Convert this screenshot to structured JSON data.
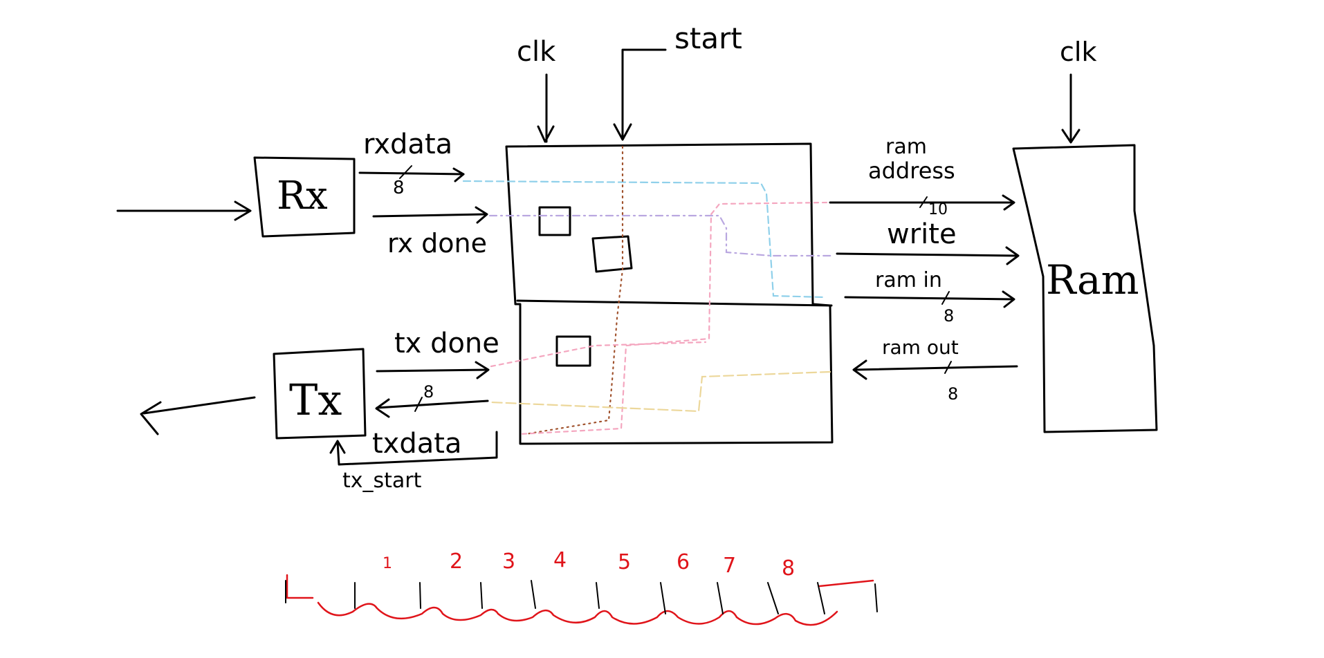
{
  "diagram": {
    "rx_block": {
      "label": "Rx"
    },
    "tx_block": {
      "label": "Tx"
    },
    "ram_block": {
      "label": "Ram"
    },
    "clk_top": "clk",
    "clk_ram": "clk",
    "start": "start",
    "rx_data": "rxdata",
    "rx_data_width": "8",
    "rx_done": "rx done",
    "tx_done": "tx done",
    "tx_data": "txdata",
    "tx_data_width": "8",
    "tx_start": "tx_start",
    "ram_address_line1": "ram",
    "ram_address_line2": "address",
    "ram_address_width": "10",
    "write": "write",
    "ram_in": "ram in",
    "ram_in_width": "8",
    "ram_out": "ram out",
    "ram_out_width": "8"
  },
  "timing": {
    "bit_numbers": [
      "1",
      "2",
      "3",
      "4",
      "5",
      "6",
      "7",
      "8"
    ]
  },
  "colors": {
    "ink": "#000000",
    "rxdata_trace": "#8fd0ea",
    "rxdone_trace": "#b9a7e0",
    "start_trace": "#a0522d",
    "address_trace": "#f4a6bf",
    "ramout_trace": "#ecd79a",
    "timing": "#e0141a"
  }
}
